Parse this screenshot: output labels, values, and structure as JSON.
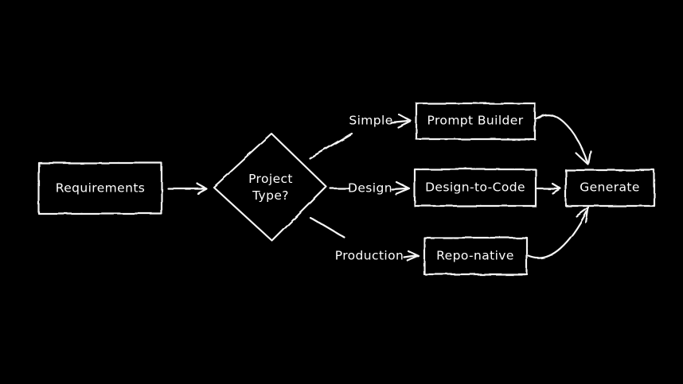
{
  "canvas": {
    "background": "#000000",
    "stroke_color": "#f5f5f5",
    "text_color": "#ffffff"
  },
  "nodes": [
    {
      "id": "requirements",
      "label": "Requirements",
      "shape": "rectangle"
    },
    {
      "id": "project-type",
      "label": "Project Type?",
      "shape": "diamond"
    },
    {
      "id": "prompt-builder",
      "label": "Prompt Builder",
      "shape": "rectangle"
    },
    {
      "id": "design-to-code",
      "label": "Design-to-Code",
      "shape": "rectangle"
    },
    {
      "id": "repo-native",
      "label": "Repo-native",
      "shape": "rectangle"
    },
    {
      "id": "generate",
      "label": "Generate",
      "shape": "rectangle"
    }
  ],
  "edges": [
    {
      "from": "requirements",
      "to": "project-type",
      "label": ""
    },
    {
      "from": "project-type",
      "to": "prompt-builder",
      "label": "Simple"
    },
    {
      "from": "project-type",
      "to": "design-to-code",
      "label": "Design"
    },
    {
      "from": "project-type",
      "to": "repo-native",
      "label": "Production"
    },
    {
      "from": "prompt-builder",
      "to": "generate",
      "label": ""
    },
    {
      "from": "design-to-code",
      "to": "generate",
      "label": ""
    },
    {
      "from": "repo-native",
      "to": "generate",
      "label": ""
    }
  ]
}
